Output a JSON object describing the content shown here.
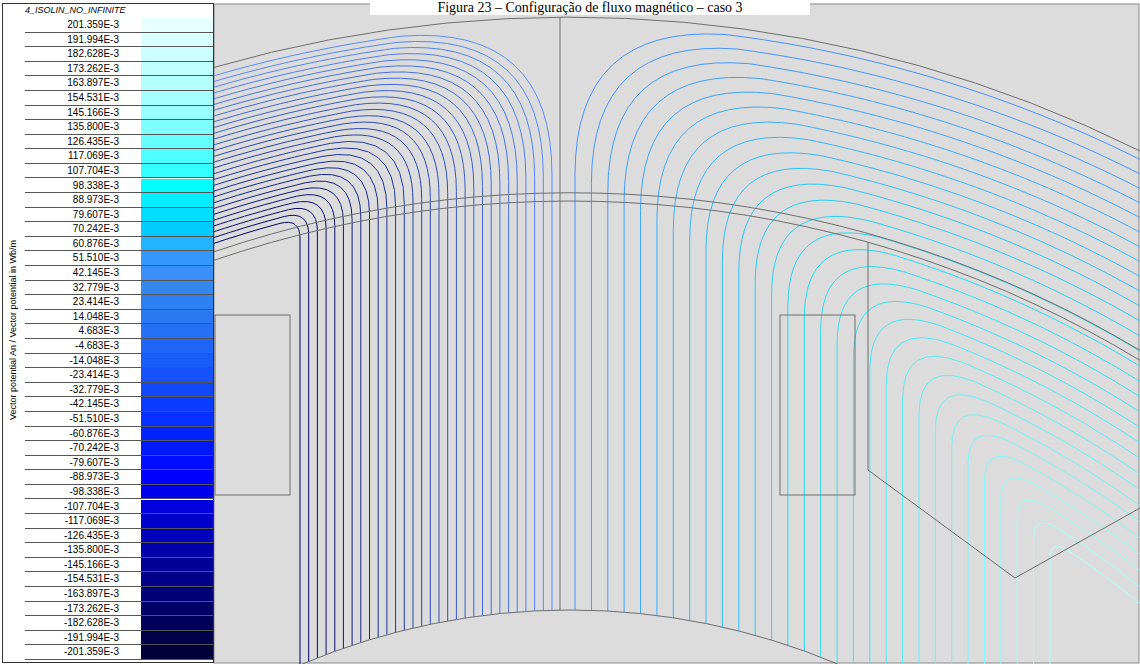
{
  "diagram": {
    "title": "Figura 23 – Configuração de fluxo magnético – caso 3",
    "labels": [
      "4_ISOLIN_NO_INFINITE",
      "Vector potential An / Vector potential in Wb/m"
    ],
    "legend": [
      {
        "text": "201.359E-3",
        "color": "#e6ffff"
      },
      {
        "text": "191.994E-3",
        "color": "#d9ffff"
      },
      {
        "text": "182.628E-3",
        "color": "#ccffff"
      },
      {
        "text": "173.262E-3",
        "color": "#bfffff"
      },
      {
        "text": "163.897E-3",
        "color": "#b3ffff"
      },
      {
        "text": "154.531E-3",
        "color": "#a6ffff"
      },
      {
        "text": "145.166E-3",
        "color": "#99ffff"
      },
      {
        "text": "135.800E-3",
        "color": "#80ffff"
      },
      {
        "text": "126.435E-3",
        "color": "#66ffff"
      },
      {
        "text": "117.069E-3",
        "color": "#4dffff"
      },
      {
        "text": "107.704E-3",
        "color": "#33ffff"
      },
      {
        "text": "98.338E-3",
        "color": "#00ffff"
      },
      {
        "text": "88.973E-3",
        "color": "#00eeff"
      },
      {
        "text": "79.607E-3",
        "color": "#00ddff"
      },
      {
        "text": "70.242E-3",
        "color": "#00ccff"
      },
      {
        "text": "60.876E-3",
        "color": "#22b4ff"
      },
      {
        "text": "51.510E-3",
        "color": "#3399ff"
      },
      {
        "text": "42.145E-3",
        "color": "#3a90f8"
      },
      {
        "text": "32.779E-3",
        "color": "#3388f0"
      },
      {
        "text": "23.414E-3",
        "color": "#2d80f0"
      },
      {
        "text": "14.048E-3",
        "color": "#2a78f2"
      },
      {
        "text": "4.683E-3",
        "color": "#2570f5"
      },
      {
        "text": "-4.683E-3",
        "color": "#1f66f8"
      },
      {
        "text": "-14.048E-3",
        "color": "#1a5cfa"
      },
      {
        "text": "-23.414E-3",
        "color": "#1552fc"
      },
      {
        "text": "-32.779E-3",
        "color": "#1048fe"
      },
      {
        "text": "-42.145E-3",
        "color": "#0a3cff"
      },
      {
        "text": "-51.510E-3",
        "color": "#0530ff"
      },
      {
        "text": "-60.876E-3",
        "color": "#0024ff"
      },
      {
        "text": "-70.242E-3",
        "color": "#0018ff"
      },
      {
        "text": "-79.607E-3",
        "color": "#000cff"
      },
      {
        "text": "-88.973E-3",
        "color": "#0000ff"
      },
      {
        "text": "-98.338E-3",
        "color": "#0000ee"
      },
      {
        "text": "-107.704E-3",
        "color": "#0000dd"
      },
      {
        "text": "-117.069E-3",
        "color": "#0000cc"
      },
      {
        "text": "-126.435E-3",
        "color": "#0000bb"
      },
      {
        "text": "-135.800E-3",
        "color": "#0000aa"
      },
      {
        "text": "-145.166E-3",
        "color": "#000099"
      },
      {
        "text": "-154.531E-3",
        "color": "#000088"
      },
      {
        "text": "-163.897E-3",
        "color": "#000077"
      },
      {
        "text": "-173.262E-3",
        "color": "#000066"
      },
      {
        "text": "-182.628E-3",
        "color": "#00005a"
      },
      {
        "text": "-191.994E-3",
        "color": "#00004a"
      },
      {
        "text": "-201.359E-3",
        "color": "#00003a"
      }
    ]
  }
}
